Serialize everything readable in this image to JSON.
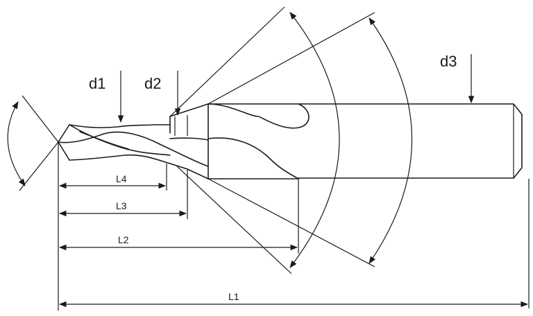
{
  "labels": {
    "d1": "d1",
    "d2": "d2",
    "d3": "d3",
    "L1": "L1",
    "L2": "L2",
    "L3": "L3",
    "L4": "L4"
  }
}
